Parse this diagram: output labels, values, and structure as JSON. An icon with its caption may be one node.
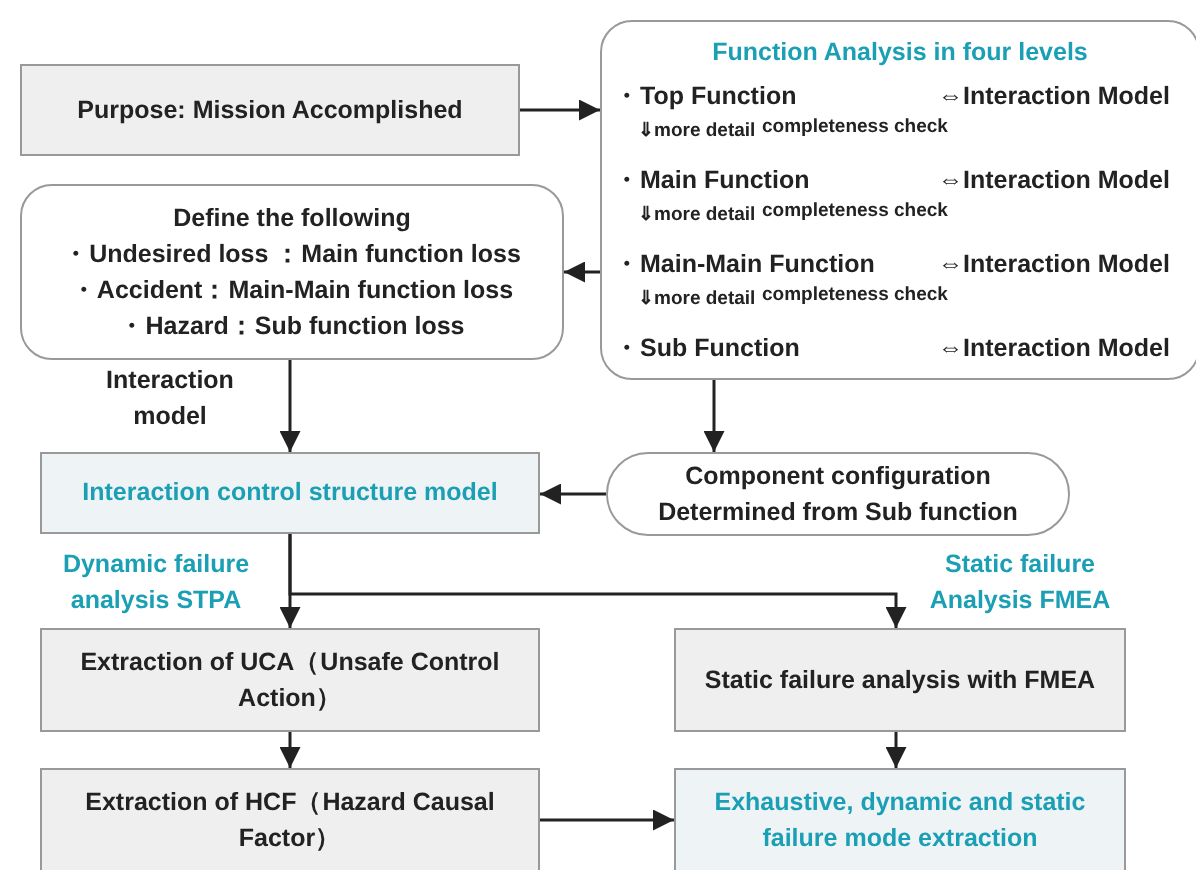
{
  "diagram": {
    "nodes": [
      {
        "text": [
          "Purpose: Mission Accomplished"
        ]
      },
      {
        "text": [
          "Function Analysis in four levels",
          "・Top Function",
          "⇔Interaction Model",
          "⇓more detail",
          "completeness check",
          "・Main Function",
          "⇔Interaction Model",
          "⇓more detail",
          "completeness check",
          "・Main-Main Function",
          "⇔Interaction Model",
          "⇓more detail",
          "completeness check",
          "・Sub Function",
          "⇔Interaction Model"
        ]
      },
      {
        "text": [
          "Define the following",
          "・Undesired loss ：Main function loss",
          "・Accident：Main-Main function loss",
          "・Hazard：Sub function loss"
        ]
      },
      {
        "text": [
          "Interaction control structure model"
        ]
      },
      {
        "text": [
          "Component configuration Determined from Sub function"
        ]
      },
      {
        "text": [
          "Extraction of UCA（Unsafe Control Action）"
        ]
      },
      {
        "text": [
          "Static failure analysis with FMEA"
        ]
      },
      {
        "text": [
          "Extraction of HCF（Hazard Causal Factor）"
        ]
      },
      {
        "text": [
          "Exhaustive, dynamic and static failure mode extraction"
        ]
      }
    ],
    "edges": [
      {
        "from": 0,
        "to": 1,
        "arrow": "to"
      },
      {
        "from": 1,
        "to": 2,
        "arrow": "to"
      },
      {
        "from": 2,
        "to": 3,
        "arrow": "to",
        "label": "Interaction model"
      },
      {
        "from": 1,
        "to": 4,
        "arrow": "to"
      },
      {
        "from": 4,
        "to": 3,
        "arrow": "to"
      },
      {
        "from": 3,
        "to": 5,
        "arrow": "to",
        "label": "Dynamic failure analysis STPA"
      },
      {
        "from": 3,
        "to": 6,
        "arrow": "to",
        "label": "Static failure Analysis FMEA"
      },
      {
        "from": 5,
        "to": 7,
        "arrow": "to"
      },
      {
        "from": 6,
        "to": 8,
        "arrow": "to"
      },
      {
        "from": 7,
        "to": 8,
        "arrow": "to"
      }
    ]
  }
}
